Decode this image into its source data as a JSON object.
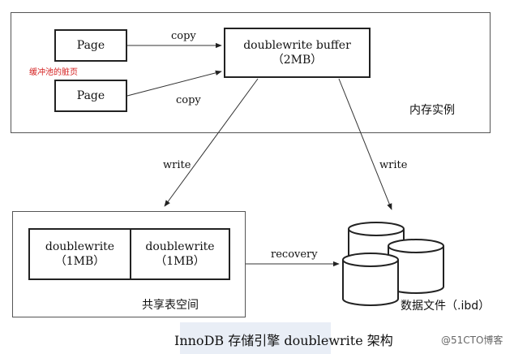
{
  "memory": {
    "label": "内存实例",
    "pages": [
      "Page",
      "Page"
    ],
    "dirty_note": "缓冲池的脏页",
    "copy_labels": [
      "copy",
      "copy"
    ],
    "buffer_title": "doublewrite buffer",
    "buffer_size": "（2MB）"
  },
  "shared_tablespace": {
    "label": "共享表空间",
    "cells": [
      {
        "title": "doublewrite",
        "size": "（1MB）"
      },
      {
        "title": "doublewrite",
        "size": "（1MB）"
      }
    ]
  },
  "arrows": {
    "write_left": "write",
    "write_right": "write",
    "recovery": "recovery"
  },
  "data_files": {
    "label": "数据文件（.ibd）"
  },
  "caption": "InnoDB 存储引擎 doublewrite 架构",
  "watermark": "@51CTO博客",
  "colors": {
    "dirty_note": "#d42020",
    "caption_band": "#e9eef6"
  }
}
